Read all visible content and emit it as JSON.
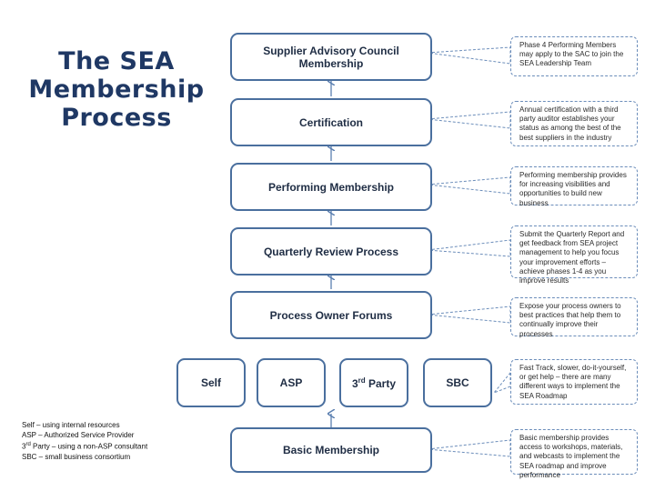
{
  "title": {
    "line1": "The SEA",
    "line2": "Membership",
    "line3": "Process"
  },
  "stages": {
    "sac": "Supplier Advisory Council Membership",
    "certification": "Certification",
    "performing": "Performing Membership",
    "quarterly": "Quarterly Review Process",
    "forums": "Process Owner Forums",
    "basic": "Basic Membership"
  },
  "paths": {
    "self": "Self",
    "asp": "ASP",
    "third_party_num": "3",
    "third_party_sup": "rd",
    "third_party_rest": " Party",
    "sbc": "SBC"
  },
  "notes": {
    "sac": "Phase 4 Performing Members may apply to the SAC to join the SEA Leadership Team",
    "certification": "Annual certification with a third party auditor establishes your status as among the best of the best suppliers in the industry",
    "performing": "Performing membership provides for increasing visibilities and opportunities to build new business",
    "quarterly": "Submit the Quarterly Report and get feedback from SEA project management to help you focus your improvement efforts – achieve phases 1-4 as you improve results",
    "forums": "Expose your process owners to best practices that help them to continually improve their processes",
    "paths": "Fast Track, slower, do-it-yourself, or get help – there are many different ways to implement the SEA Roadmap",
    "basic": "Basic membership provides access to workshops, materials, and webcasts to implement the SEA roadmap and improve performance"
  },
  "legend": {
    "self": "Self – using internal resources",
    "asp": "ASP – Authorized Service Provider",
    "third_num": "3",
    "third_sup": "rd",
    "third_rest": " Party – using a non-ASP consultant",
    "sbc": "SBC – small business consortium"
  },
  "colors": {
    "title": "#1f3864",
    "box_border": "#4a6f9e",
    "arrow": "#5b7fb0",
    "note_border": "#6b8dba"
  }
}
